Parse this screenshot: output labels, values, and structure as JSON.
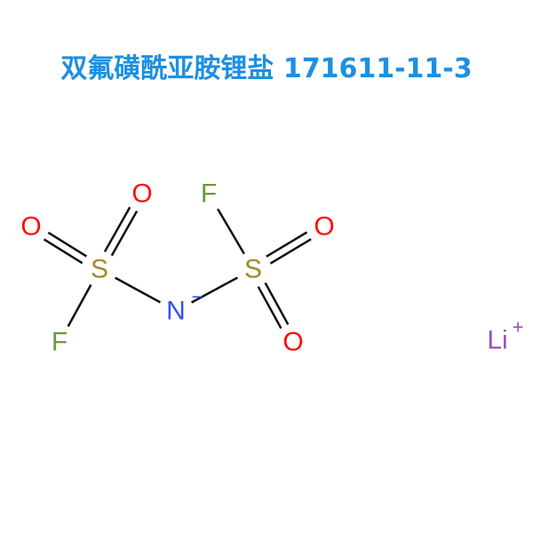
{
  "title": "双氟磺酰亚胺锂盐 171611-11-3",
  "atoms": {
    "s1": "S",
    "s2": "S",
    "n": "N",
    "n_charge": "−",
    "o1": "O",
    "o2": "O",
    "o3": "O",
    "o4": "O",
    "f1": "F",
    "f2": "F",
    "li": "Li",
    "li_charge": "+"
  },
  "colors": {
    "S": "#a08a2a",
    "O": "#ff0d0d",
    "N": "#3050f8",
    "F": "#6a9a3a",
    "Li": "#9a50c8",
    "bond": "#111111",
    "title": "#1d8fe1"
  }
}
